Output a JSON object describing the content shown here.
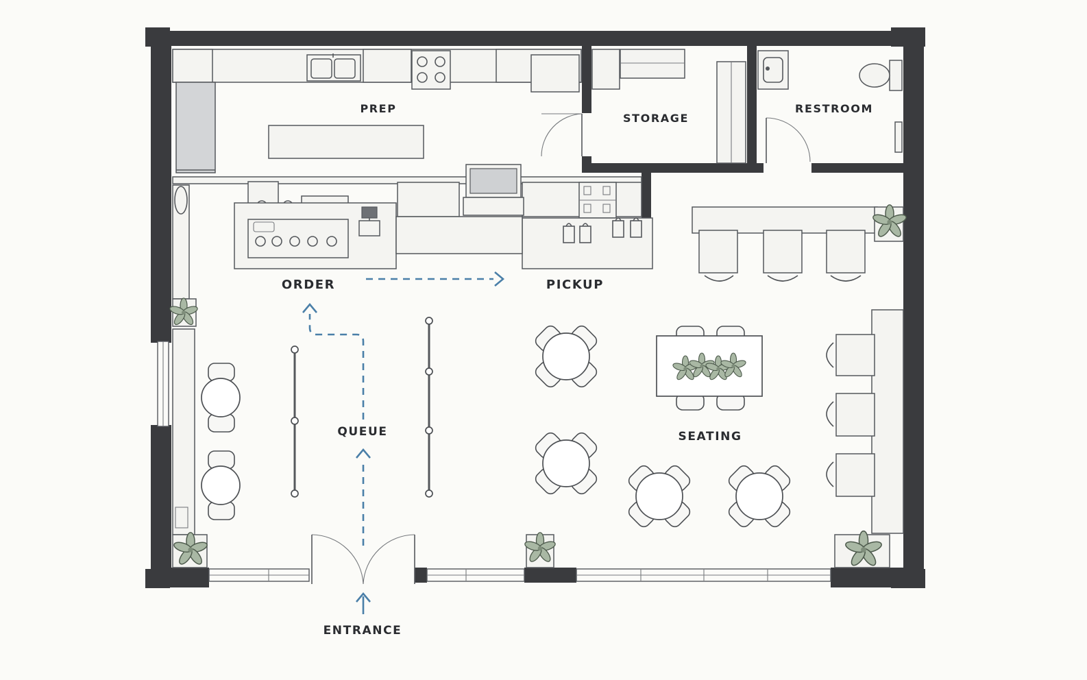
{
  "plan": {
    "labels": {
      "prep": "PREP",
      "storage": "STORAGE",
      "restroom": "RESTROOM",
      "order": "ORDER",
      "pickup": "PICKUP",
      "queue": "QUEUE",
      "seating": "SEATING",
      "entrance": "ENTRANCE"
    },
    "colors": {
      "wall": "#3a3b3e",
      "flow_arrow": "#4a7fa8",
      "plant_leaf": "#a9b8a4",
      "background": "#fbfbf8"
    }
  }
}
